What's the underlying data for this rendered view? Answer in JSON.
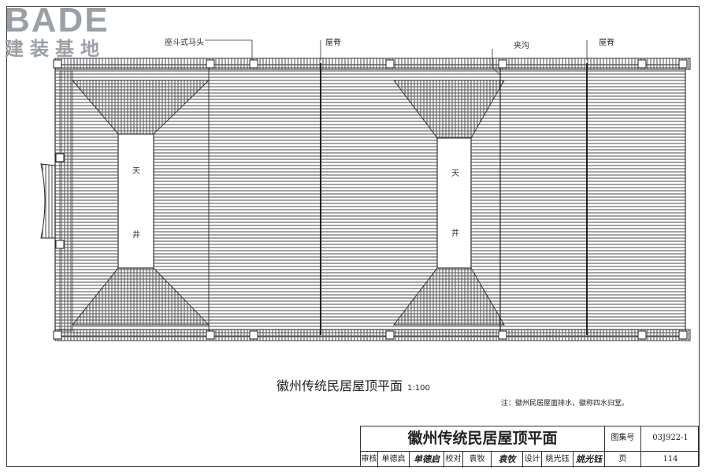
{
  "logo": {
    "main": "BADE",
    "sub": "建装基地"
  },
  "labels": {
    "horse_head_wall": "座斗式马头",
    "ridge_1": "屋脊",
    "valley": "夹沟",
    "ridge_2": "屋脊",
    "courtyard_1_top": "天",
    "courtyard_1_bottom": "井",
    "courtyard_2_top": "天",
    "courtyard_2_bottom": "井"
  },
  "caption": {
    "title": "徽州传统民居屋顶平面",
    "scale": "1:100"
  },
  "note": "注：徽州民居屋面排水，徽称四水归堂。",
  "title_block": {
    "title": "徽州传统民居屋顶平面",
    "atlas_label": "图集号",
    "atlas_no": "03J922-1",
    "review_label": "审核",
    "reviewer": "单德启",
    "reviewer_sig": "单德启",
    "check_label": "校对",
    "checker": "袁牧",
    "checker_sig": "袁牧",
    "design_label": "设计",
    "designer": "姚光钰",
    "designer_sig": "姚光钰",
    "page_label": "页",
    "page_no": "114"
  },
  "colors": {
    "line": "#444444",
    "logo": "#9aa0a6"
  }
}
